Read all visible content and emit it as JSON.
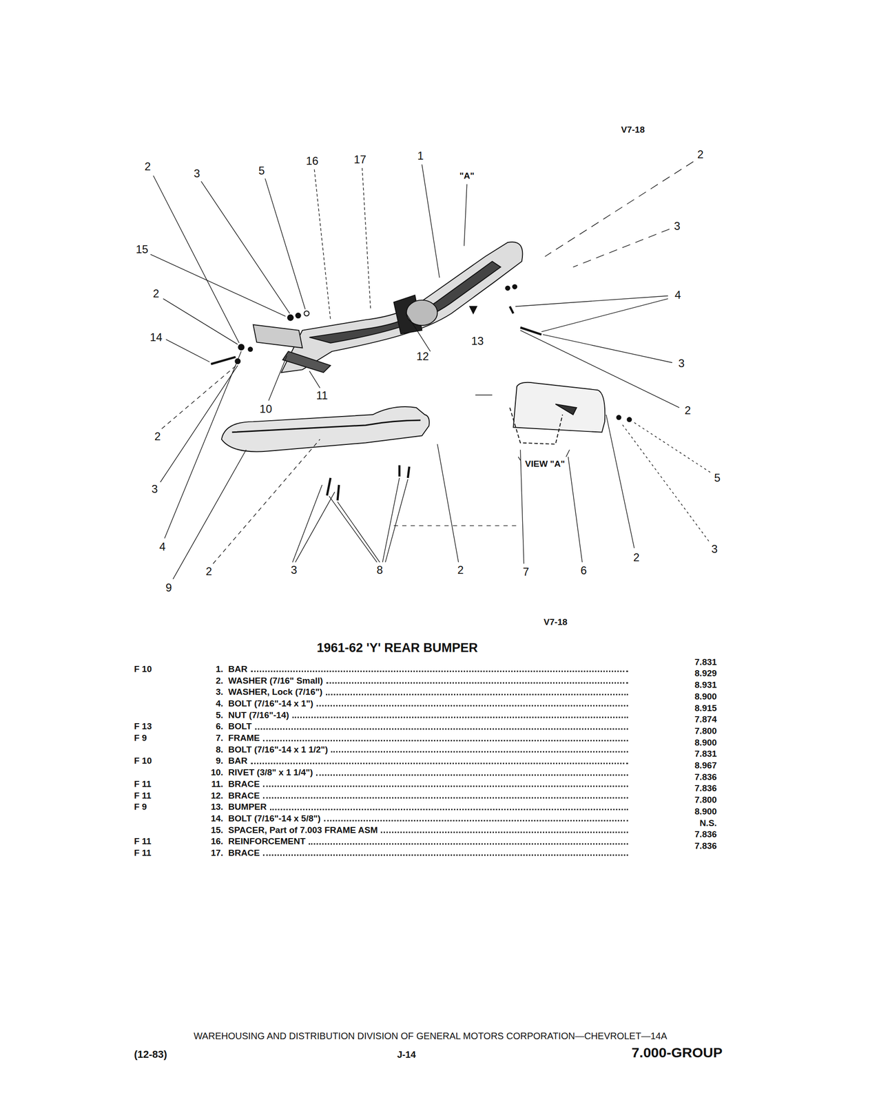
{
  "diagram": {
    "title": "1961-62 'Y' REAR BUMPER",
    "labels": [
      "V7-18",
      "2",
      "3",
      "5",
      "16",
      "17",
      "1",
      "\"A\"",
      "2",
      "3",
      "4",
      "15",
      "2",
      "14",
      "13",
      "12",
      "3",
      "11",
      "10",
      "2",
      "2",
      "5",
      "3",
      "VIEW \"A\"",
      "4",
      "3",
      "2",
      "9",
      "2",
      "3",
      "8",
      "2",
      "7",
      "6",
      "V7-18",
      "F 10",
      "1.",
      "BAR",
      "7.831",
      "2.",
      "WASHER (7/16\" Small)",
      "8.929",
      "3.",
      "WASHER, Lock (7/16\")",
      "8.931",
      "4.",
      "BOLT (7/16\"-14 x 1\")",
      "8.900",
      "5.",
      "NUT (7/16\"-14)",
      "8.915",
      "F 13",
      "6.",
      "BOLT",
      "7.874",
      "F 9",
      "7.",
      "FRAME",
      "7.800",
      "8.",
      "BOLT (7/16\"-14 x 1 1/2\")",
      "8.900",
      "F 10",
      "9.",
      "BAR",
      "7.831",
      "10.",
      "RIVET (3/8\" x 1 1/4\")",
      "8.967",
      "F 11",
      "11.",
      "BRACE",
      "7.836",
      "F 11",
      "12.",
      "BRACE",
      "7.836",
      "F 9",
      "13.",
      "BUMPER",
      "7.800",
      "14.",
      "BOLT (7/16\"-14 x 5/8\")",
      "8.900",
      "15.",
      "SPACER, Part of 7.003 FRAME ASM",
      "N.S.",
      "F 11",
      "16.",
      "REINFORCEMENT",
      "7.836",
      "F 11",
      "17.",
      "BRACE",
      "7.836",
      "WAREHOUSING AND DISTRIBUTION DIVISION OF GENERAL MOTORS CORPORATION—CHEVROLET—14A",
      "(12-83)",
      "J-14",
      "7.000-GROUP"
    ]
  }
}
